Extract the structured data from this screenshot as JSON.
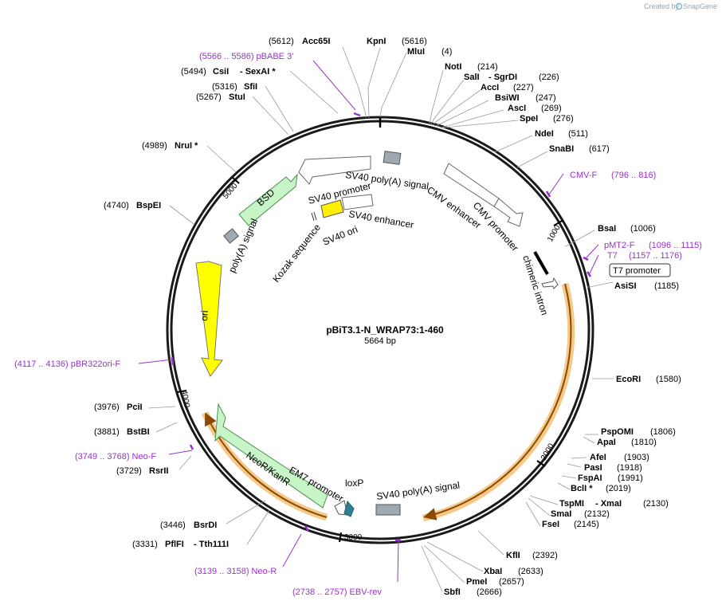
{
  "branding": {
    "created_by": "Created by",
    "product": "SnapGene"
  },
  "plasmid": {
    "name": "pBiT3.1-N_WRAP73:1-460",
    "size": "5664 bp"
  },
  "ticks": {
    "t1000": "1000",
    "t2000": "2000",
    "t3000": "3000",
    "t4000": "4000",
    "t5000": "5000"
  },
  "features": {
    "sv40_polya_top": "SV40 poly(A) signal",
    "cmv_enhancer": "CMV enhancer",
    "cmv_promoter": "CMV promoter",
    "chimeric_intron": "chimeric intron",
    "sv40_promoter": "SV40 promoter",
    "sv40_enhancer": "SV40 enhancer",
    "sv40_ori": "SV40 ori",
    "kozak": "Kozak sequence",
    "bsd": "BSD",
    "polya_signal": "poly(A) signal",
    "ori": "ori",
    "neo": "NeoR/KanR",
    "em7": "EM7 promoter",
    "loxp": "loxP",
    "sv40_polya_bottom": "SV40 poly(A) signal",
    "t7_promoter": "T7 promoter"
  },
  "sites": {
    "acc65i": {
      "pos": "(5612)",
      "name": "Acc65I"
    },
    "kpni": {
      "pos": "(5616)",
      "name": "KpnI"
    },
    "mlui": {
      "pos": "(4)",
      "name": "MluI"
    },
    "noti": {
      "pos": "(214)",
      "name": "NotI"
    },
    "sali": {
      "name": "SalI",
      "name2": "- SgrDI",
      "pos": "(226)"
    },
    "acci": {
      "name": "AccI",
      "pos": "(227)"
    },
    "bsiwi": {
      "name": "BsiWI",
      "pos": "(247)"
    },
    "asci": {
      "name": "AscI",
      "pos": "(269)"
    },
    "spei": {
      "name": "SpeI",
      "pos": "(276)"
    },
    "ndei": {
      "name": "NdeI",
      "pos": "(511)"
    },
    "snabi": {
      "name": "SnaBI",
      "pos": "(617)"
    },
    "bsai": {
      "name": "BsaI",
      "pos": "(1006)"
    },
    "asisi": {
      "name": "AsiSI",
      "pos": "(1185)"
    },
    "ecori": {
      "name": "EcoRI",
      "pos": "(1580)"
    },
    "pspomi": {
      "name": "PspOMI",
      "pos": "(1806)"
    },
    "apai": {
      "name": "ApaI",
      "pos": "(1810)"
    },
    "afei": {
      "name": "AfeI",
      "pos": "(1903)"
    },
    "pasi": {
      "name": "PasI",
      "pos": "(1918)"
    },
    "fspai": {
      "name": "FspAI",
      "pos": "(1991)"
    },
    "bcli": {
      "name": "BclI *",
      "pos": "(2019)"
    },
    "tspmi": {
      "name": "TspMI",
      "name2": "- XmaI",
      "pos": "(2130)"
    },
    "smai": {
      "name": "SmaI",
      "pos": "(2132)"
    },
    "fsei": {
      "name": "FseI",
      "pos": "(2145)"
    },
    "kfli": {
      "name": "KflI",
      "pos": "(2392)"
    },
    "xbai": {
      "name": "XbaI",
      "pos": "(2633)"
    },
    "pmei": {
      "name": "PmeI",
      "pos": "(2657)"
    },
    "sbfi": {
      "name": "SbfI",
      "pos": "(2666)"
    },
    "pflfi": {
      "pos": "(3331)",
      "name": "PflFI",
      "name2": "- Tth111I"
    },
    "bsrdi": {
      "pos": "(3446)",
      "name": "BsrDI"
    },
    "rsrii": {
      "pos": "(3729)",
      "name": "RsrII"
    },
    "bstbi": {
      "pos": "(3881)",
      "name": "BstBI"
    },
    "pcii": {
      "pos": "(3976)",
      "name": "PciI"
    },
    "bspei": {
      "pos": "(4740)",
      "name": "BspEI"
    },
    "nrui": {
      "pos": "(4989)",
      "name": "NruI *"
    },
    "stui": {
      "pos": "(5267)",
      "name": "StuI"
    },
    "sfii": {
      "pos": "(5316)",
      "name": "SfiI"
    },
    "csii": {
      "pos": "(5494)",
      "name": "CsiI",
      "name2": "- SexAI *"
    }
  },
  "primers": {
    "pbabe3": "(5566 .. 5586)  pBABE 3'",
    "cmvf_name": "CMV-F",
    "cmvf_pos": "(796 .. 816)",
    "pmt2f_name": "pMT2-F",
    "pmt2f_pos": "(1096 .. 1115)",
    "t7_name": "T7",
    "t7_pos": "(1157 .. 1176)",
    "pbr322": "(4117 .. 4136)  pBR322ori-F",
    "neof": "(3749 .. 3768)  Neo-F",
    "neor": "(3139 .. 3158)  Neo-R",
    "ebvrev": "(2738 .. 2757)  EBV-rev"
  },
  "colors": {
    "backbone": "#1a1a1a",
    "primer": "#9b30d0",
    "resistance": "#c8f5c8",
    "ori": "#ffff00",
    "sv40ori": "#ffef00",
    "polya": "#a0a8b0",
    "orf_highlight": "#f5c98a",
    "loxp": "#2f7f95"
  }
}
